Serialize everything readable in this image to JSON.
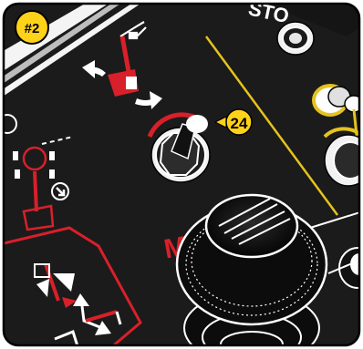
{
  "callouts": {
    "step": "#2",
    "ref": "24"
  },
  "panel": {
    "top_label": "STO",
    "brand_letter": "M"
  },
  "colors": {
    "panel": "#1b1b1b",
    "accent_red": "#d8202a",
    "callout_yellow": "#ffd21a",
    "divider_yellow": "#e5c21e",
    "knob": "#0c0c0c",
    "knob_edge": "#ffffff"
  },
  "icons": [
    "lift-arm-icon",
    "float-icon",
    "tilt-icon",
    "rotate-arrows-icon",
    "down-arrow-icon",
    "knurled-joystick-knob"
  ]
}
